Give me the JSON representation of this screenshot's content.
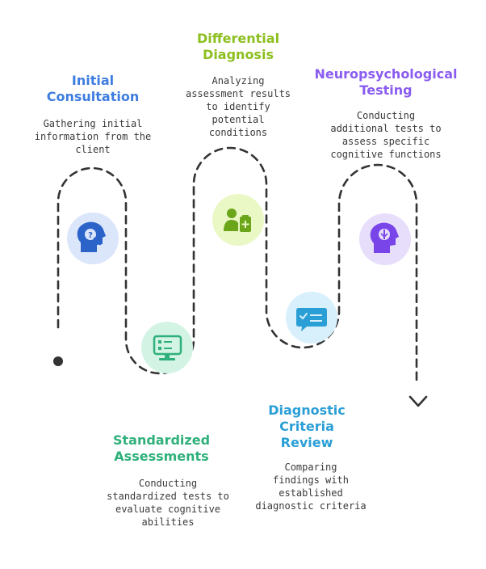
{
  "steps": [
    {
      "title": [
        "Initial",
        "Consultation"
      ],
      "desc": [
        "Gathering initial",
        "information from the",
        "client"
      ],
      "color": "#3e7de0",
      "icon": "question-head-icon"
    },
    {
      "title": [
        "Standardized",
        "Assessments"
      ],
      "desc": [
        "Conducting",
        "standardized tests to",
        "evaluate cognitive",
        "abilities"
      ],
      "color": "#2fb07a",
      "icon": "monitor-checklist-icon"
    },
    {
      "title": [
        "Differential",
        "Diagnosis"
      ],
      "desc": [
        "Analyzing",
        "assessment results",
        "to identify",
        "potential",
        "conditions"
      ],
      "color": "#8cbf1f",
      "icon": "person-clipboard-icon"
    },
    {
      "title": [
        "Diagnostic",
        "Criteria",
        "Review"
      ],
      "desc": [
        "Comparing",
        "findings with",
        "established",
        "diagnostic criteria"
      ],
      "color": "#2a9fd6",
      "icon": "chat-checklist-icon"
    },
    {
      "title": [
        "Neuropsychological",
        "Testing"
      ],
      "desc": [
        "Conducting",
        "additional tests to",
        "assess specific",
        "cognitive functions"
      ],
      "color": "#8a5cf0",
      "icon": "brain-head-icon"
    }
  ],
  "colors": {
    "path": "#333333",
    "circle_blue": "#dbe6fb",
    "circle_green": "#d3f4e4",
    "circle_lime": "#eaf8c6",
    "circle_sky": "#d8f0fb",
    "circle_purple": "#e7defb"
  }
}
